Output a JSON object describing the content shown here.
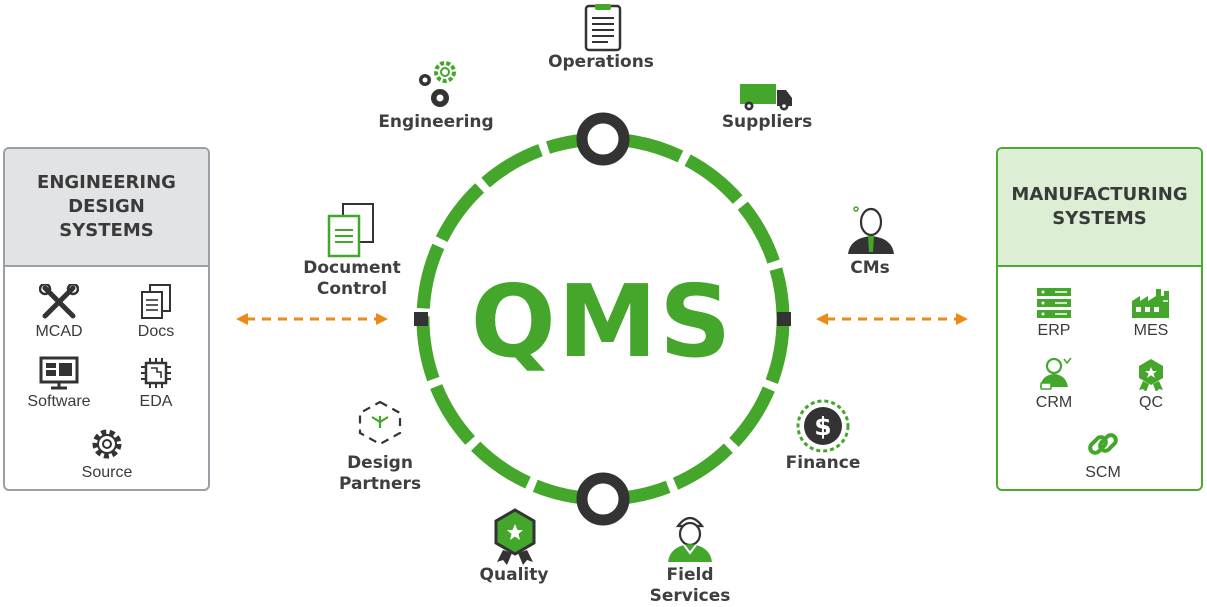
{
  "center": {
    "title": "QMS"
  },
  "nodes": {
    "operations": "Operations",
    "engineering": "Engineering",
    "suppliers": "Suppliers",
    "document_control": [
      "Document",
      "Control"
    ],
    "cms": "CMs",
    "design_partners": [
      "Design",
      "Partners"
    ],
    "finance": "Finance",
    "quality": "Quality",
    "field_services": [
      "Field",
      "Services"
    ]
  },
  "left_panel": {
    "title": [
      "ENGINEERING",
      "DESIGN",
      "SYSTEMS"
    ],
    "items": [
      {
        "label": "MCAD",
        "icon": "tools-icon"
      },
      {
        "label": "Docs",
        "icon": "documents-icon"
      },
      {
        "label": "Software",
        "icon": "monitor-icon"
      },
      {
        "label": "EDA",
        "icon": "chip-icon"
      },
      {
        "label": "Source",
        "icon": "gear-icon"
      }
    ]
  },
  "right_panel": {
    "title": [
      "MANUFACTURING",
      "SYSTEMS"
    ],
    "items": [
      {
        "label": "ERP",
        "icon": "server-icon"
      },
      {
        "label": "MES",
        "icon": "factory-icon"
      },
      {
        "label": "CRM",
        "icon": "person-icon"
      },
      {
        "label": "QC",
        "icon": "badge-icon"
      },
      {
        "label": "SCM",
        "icon": "chain-link-icon"
      }
    ]
  },
  "colors": {
    "green": "#44a62a",
    "dark": "#333333",
    "orange": "#ec8a17",
    "grey_border": "#9aa0a6"
  }
}
